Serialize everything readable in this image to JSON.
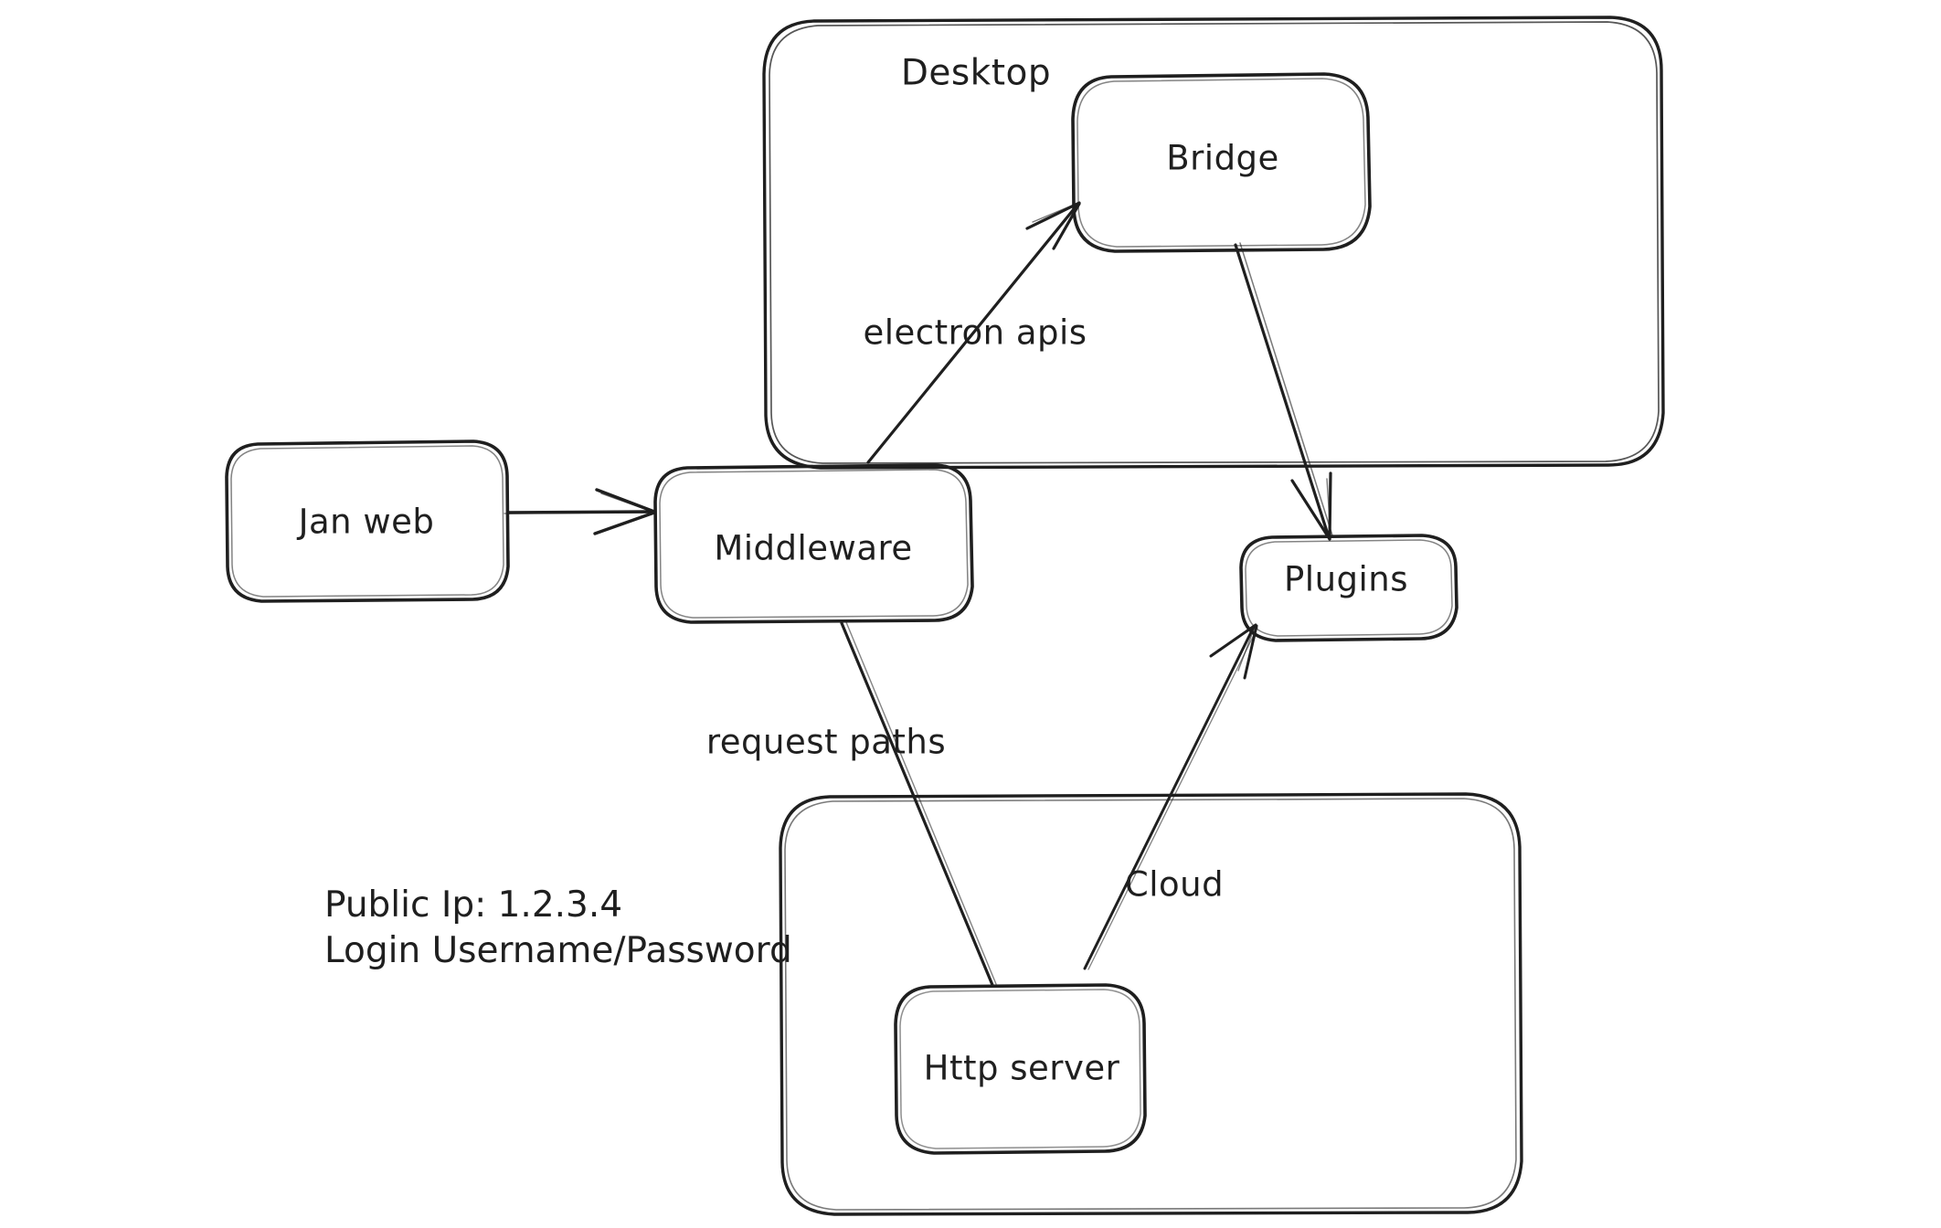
{
  "diagram": {
    "type": "hand-drawn architecture diagram",
    "background_color": "#ffffff",
    "stroke_color": "#1f1f1f",
    "text_color": "#1f1f1f",
    "groups": [
      {
        "id": "desktop",
        "label": "Desktop"
      },
      {
        "id": "cloud",
        "label": "Cloud"
      }
    ],
    "nodes": [
      {
        "id": "jan-web",
        "label": "Jan web"
      },
      {
        "id": "middleware",
        "label": "Middleware"
      },
      {
        "id": "bridge",
        "label": "Bridge"
      },
      {
        "id": "plugins",
        "label": "Plugins"
      },
      {
        "id": "http-server",
        "label": "Http server"
      }
    ],
    "edges": [
      {
        "id": "janweb-to-middleware",
        "from": "jan-web",
        "to": "middleware",
        "label": "",
        "arrow": true
      },
      {
        "id": "middleware-to-bridge",
        "from": "middleware",
        "to": "bridge",
        "label": "electron apis",
        "arrow": true
      },
      {
        "id": "bridge-to-plugins",
        "from": "bridge",
        "to": "plugins",
        "label": "",
        "arrow": true
      },
      {
        "id": "middleware-to-httpserver",
        "from": "middleware",
        "to": "http-server",
        "label": "request paths",
        "arrow": false
      },
      {
        "id": "httpserver-to-plugins",
        "from": "http-server",
        "to": "plugins",
        "label": "Cloud",
        "arrow": true
      }
    ],
    "notes": {
      "public_ip_line": "Public Ip: 1.2.3.4",
      "login_line": "Login Username/Password"
    }
  }
}
